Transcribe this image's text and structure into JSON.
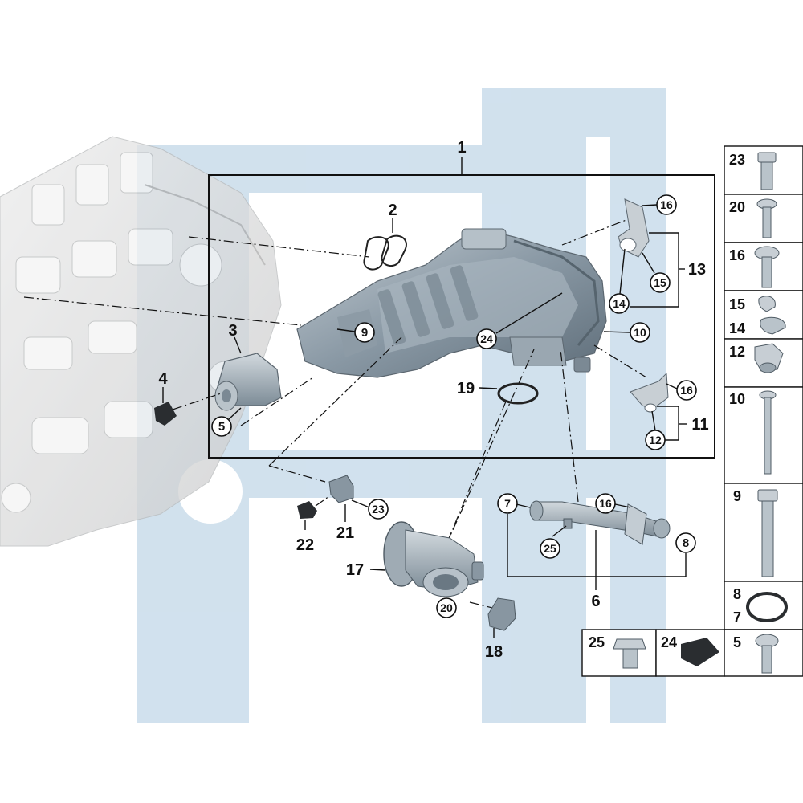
{
  "palette": {
    "watermark": "#c9dceb",
    "engine": "#d9dadb",
    "metal_dark": "#6f7e8a",
    "metal_mid": "#97a6b1",
    "metal_light": "#c3ccd3",
    "rubber": "#2a2d30",
    "frame": "#111111"
  },
  "labels": {
    "l1": "1",
    "l2": "2",
    "l3": "3",
    "l4": "4",
    "l5": "5",
    "l6": "6",
    "l7": "7",
    "l8": "8",
    "l9": "9",
    "l10": "10",
    "l11": "11",
    "l12": "12",
    "l13": "13",
    "l14": "14",
    "l15": "15",
    "l16a": "16",
    "l16b": "16",
    "l16c": "16",
    "l17": "17",
    "l18": "18",
    "l19": "19",
    "l20": "20",
    "l21": "21",
    "l22": "22",
    "l23": "23",
    "l24": "24",
    "l25": "25"
  },
  "side_panel": {
    "rows": [
      "23",
      "20",
      "16",
      "15",
      "14",
      "12",
      "10",
      "9",
      "8",
      "7"
    ],
    "bottom": [
      "25",
      "24",
      "5"
    ]
  }
}
